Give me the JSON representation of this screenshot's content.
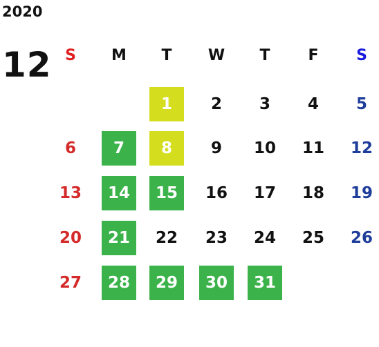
{
  "calendar": {
    "year": "2020",
    "month": "12",
    "weekday_headers": [
      "S",
      "M",
      "T",
      "W",
      "T",
      "F",
      "S"
    ],
    "weekday_colors": [
      "#e02020",
      "#111111",
      "#111111",
      "#111111",
      "#111111",
      "#111111",
      "#1a1adf"
    ],
    "colors": {
      "sunday": "#d42a2a",
      "saturday": "#1f3d9a",
      "weekday": "#111111",
      "green_highlight": "#3bb34a",
      "yellow_highlight": "#d4de1e",
      "highlight_text": "#ffffff"
    },
    "days": [
      {
        "day": "1",
        "col": 2,
        "week": 0,
        "highlight": "yellow"
      },
      {
        "day": "2",
        "col": 3,
        "week": 0,
        "highlight": null
      },
      {
        "day": "3",
        "col": 4,
        "week": 0,
        "highlight": null
      },
      {
        "day": "4",
        "col": 5,
        "week": 0,
        "highlight": null
      },
      {
        "day": "5",
        "col": 6,
        "week": 0,
        "highlight": null
      },
      {
        "day": "6",
        "col": 0,
        "week": 1,
        "highlight": null
      },
      {
        "day": "7",
        "col": 1,
        "week": 1,
        "highlight": "green"
      },
      {
        "day": "8",
        "col": 2,
        "week": 1,
        "highlight": "yellow"
      },
      {
        "day": "9",
        "col": 3,
        "week": 1,
        "highlight": null
      },
      {
        "day": "10",
        "col": 4,
        "week": 1,
        "highlight": null
      },
      {
        "day": "11",
        "col": 5,
        "week": 1,
        "highlight": null
      },
      {
        "day": "12",
        "col": 6,
        "week": 1,
        "highlight": null
      },
      {
        "day": "13",
        "col": 0,
        "week": 2,
        "highlight": null
      },
      {
        "day": "14",
        "col": 1,
        "week": 2,
        "highlight": "green"
      },
      {
        "day": "15",
        "col": 2,
        "week": 2,
        "highlight": "green"
      },
      {
        "day": "16",
        "col": 3,
        "week": 2,
        "highlight": null
      },
      {
        "day": "17",
        "col": 4,
        "week": 2,
        "highlight": null
      },
      {
        "day": "18",
        "col": 5,
        "week": 2,
        "highlight": null
      },
      {
        "day": "19",
        "col": 6,
        "week": 2,
        "highlight": null
      },
      {
        "day": "20",
        "col": 0,
        "week": 3,
        "highlight": null
      },
      {
        "day": "21",
        "col": 1,
        "week": 3,
        "highlight": "green"
      },
      {
        "day": "22",
        "col": 2,
        "week": 3,
        "highlight": null
      },
      {
        "day": "23",
        "col": 3,
        "week": 3,
        "highlight": null
      },
      {
        "day": "24",
        "col": 4,
        "week": 3,
        "highlight": null
      },
      {
        "day": "25",
        "col": 5,
        "week": 3,
        "highlight": null
      },
      {
        "day": "26",
        "col": 6,
        "week": 3,
        "highlight": null
      },
      {
        "day": "27",
        "col": 0,
        "week": 4,
        "highlight": null
      },
      {
        "day": "28",
        "col": 1,
        "week": 4,
        "highlight": "green"
      },
      {
        "day": "29",
        "col": 2,
        "week": 4,
        "highlight": "green"
      },
      {
        "day": "30",
        "col": 3,
        "week": 4,
        "highlight": "green"
      },
      {
        "day": "31",
        "col": 4,
        "week": 4,
        "highlight": "green"
      }
    ]
  }
}
